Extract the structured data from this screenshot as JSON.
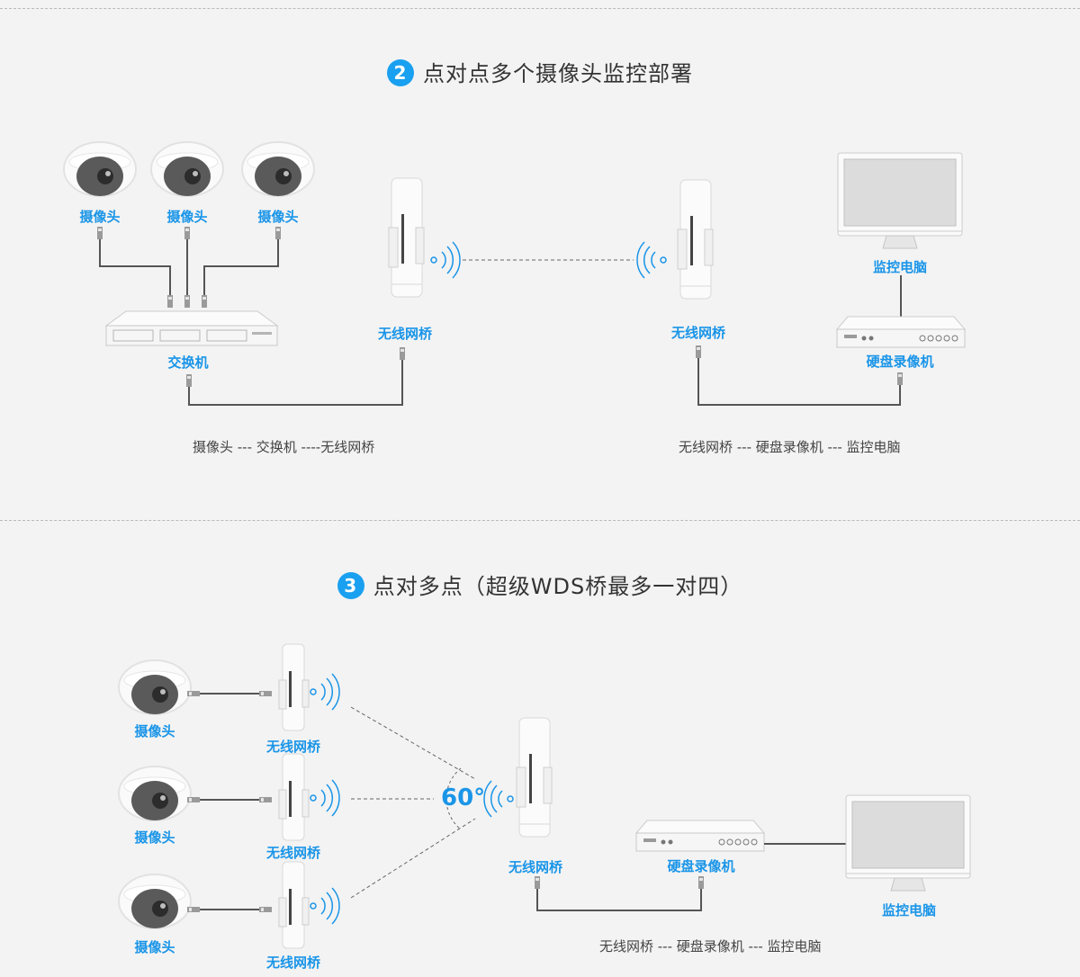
{
  "section2": {
    "number": "2",
    "title": "点对点多个摄像头监控部署",
    "labels": {
      "camera": "摄像头",
      "switch": "交换机",
      "bridge": "无线网桥",
      "monitor": "监控电脑",
      "nvr": "硬盘录像机"
    },
    "caption_left": "摄像头 --- 交换机 ----无线网桥",
    "caption_right": "无线网桥 --- 硬盘录像机 --- 监控电脑"
  },
  "section3": {
    "number": "3",
    "title": "点对多点（超级WDS桥最多一对四）",
    "labels": {
      "camera": "摄像头",
      "bridge": "无线网桥",
      "nvr": "硬盘录像机",
      "monitor": "监控电脑"
    },
    "angle": "60°",
    "caption": "无线网桥 --- 硬盘录像机 --- 监控电脑"
  },
  "colors": {
    "accent": "#1a95e8",
    "badge": "#1aa0f0",
    "cable": "#555555"
  }
}
